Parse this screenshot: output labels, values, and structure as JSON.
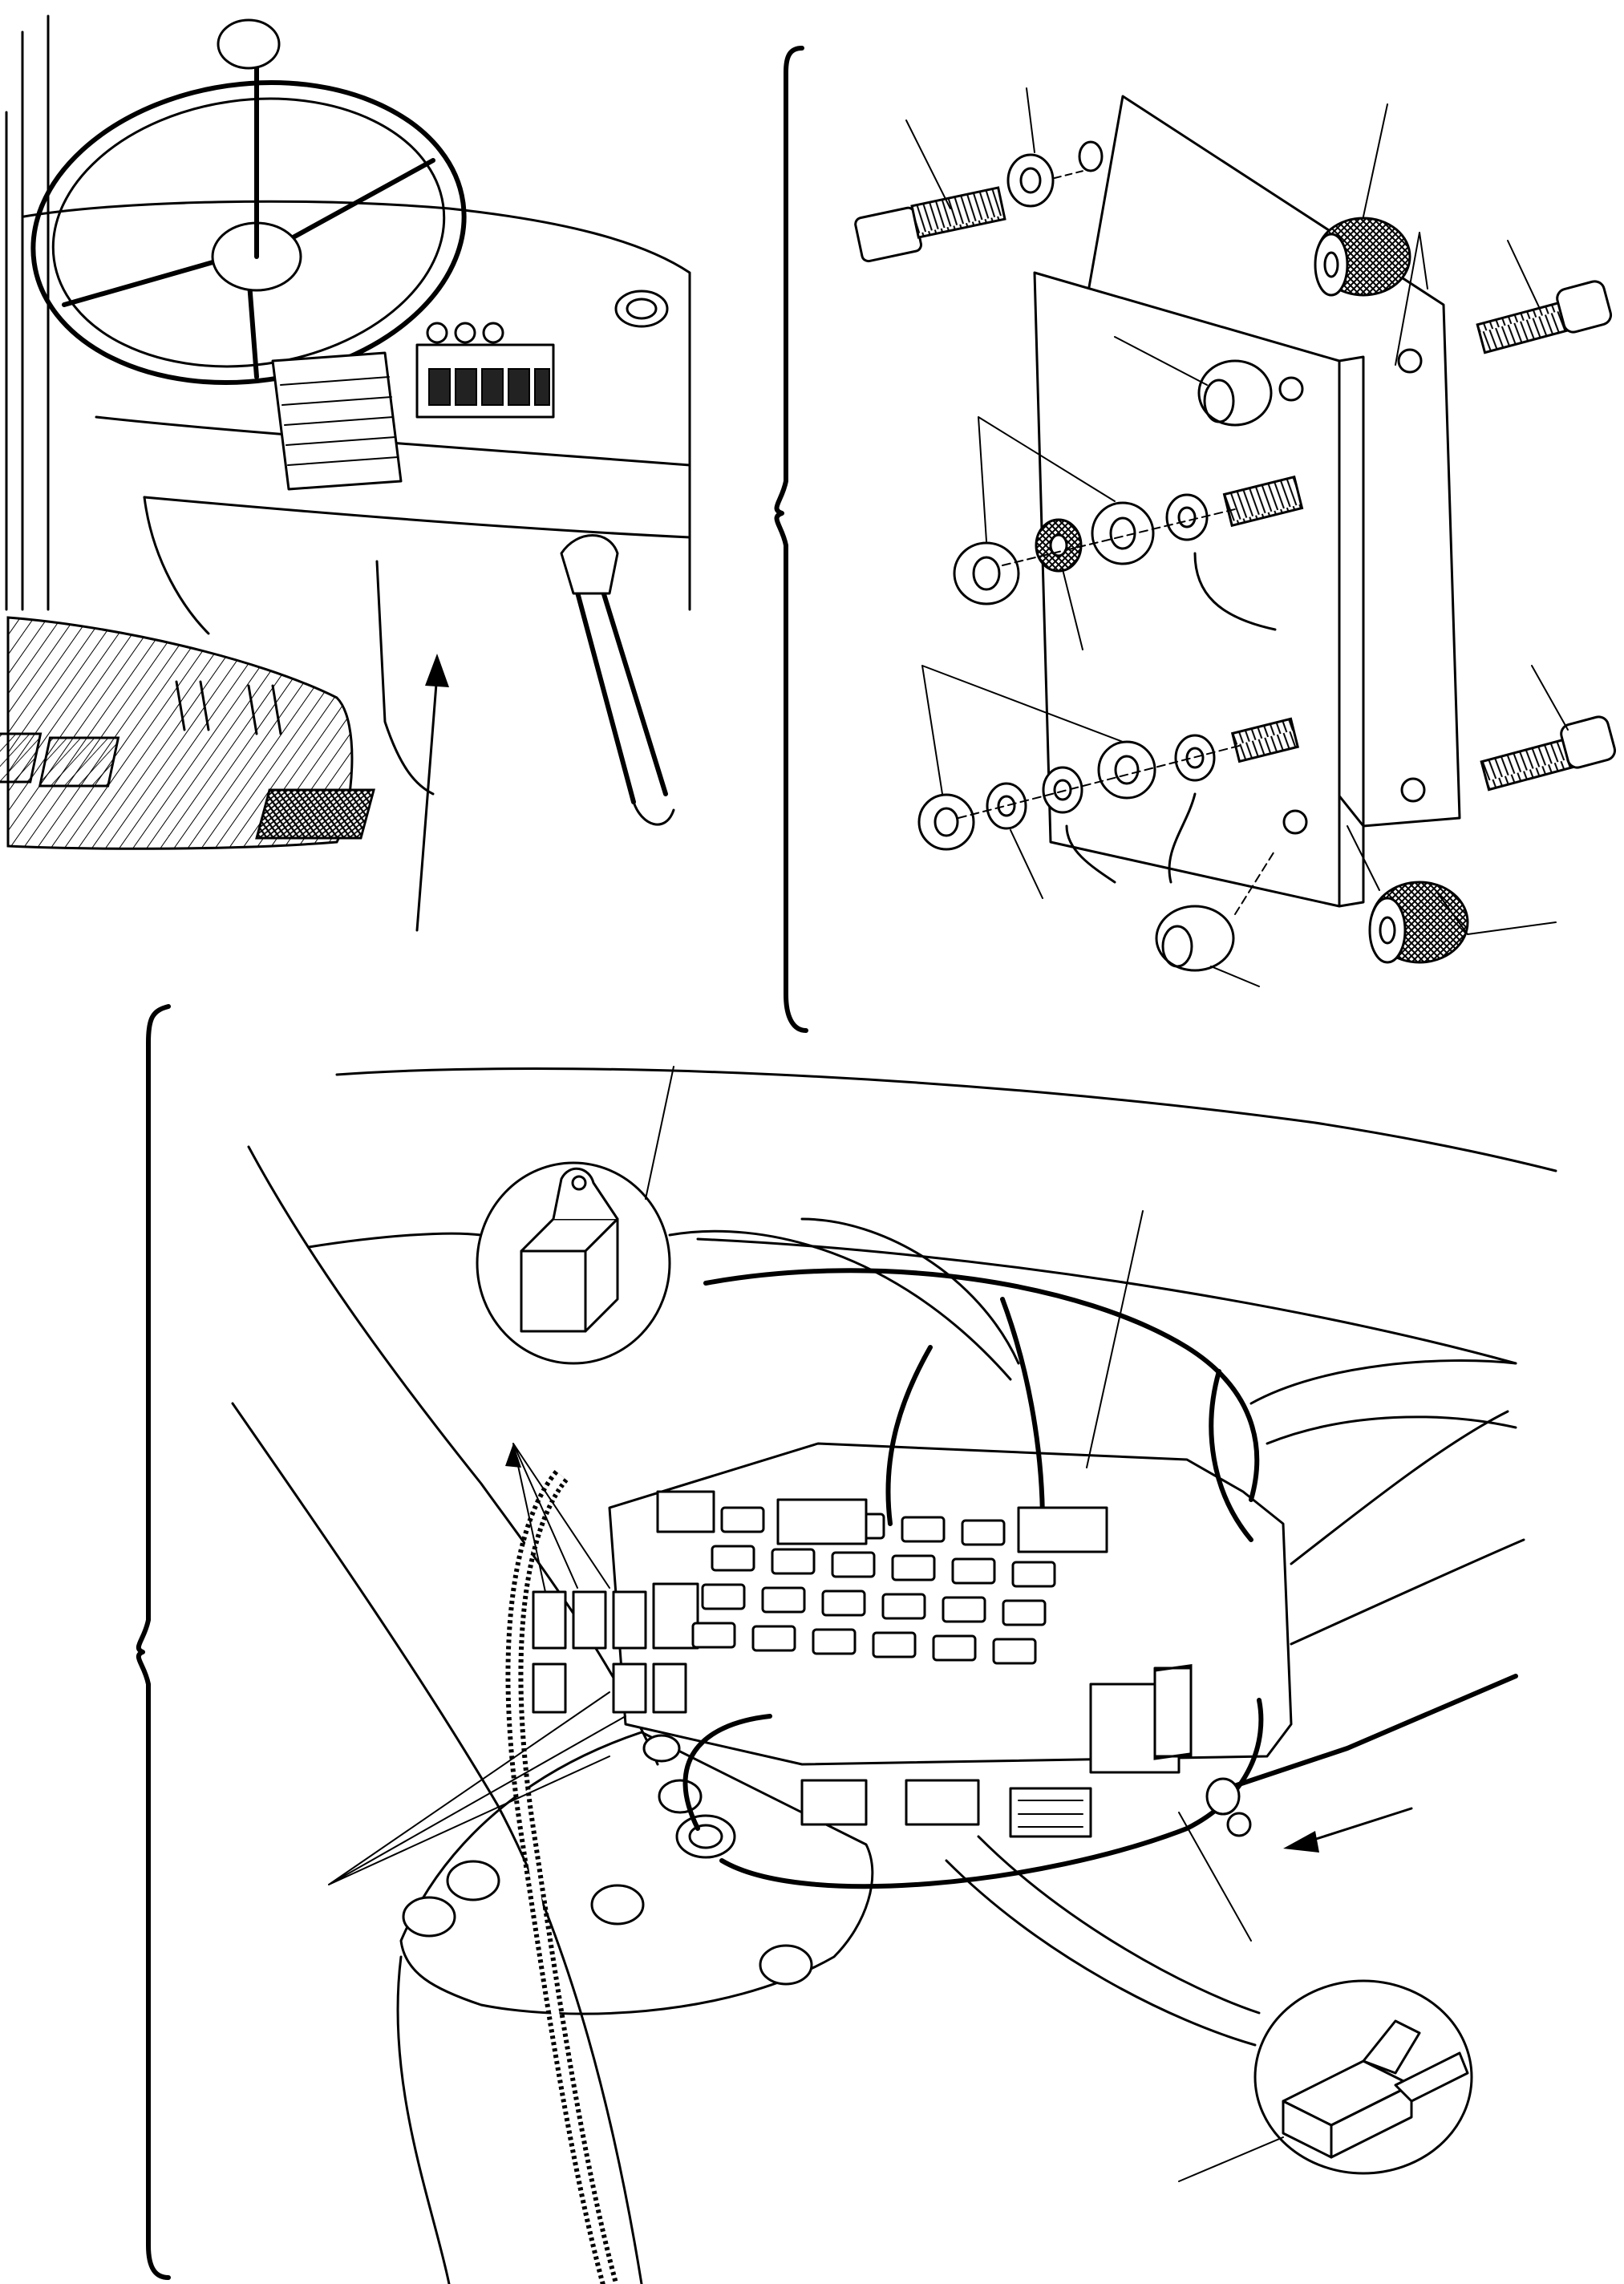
{
  "figure": {
    "description_panels": [
      "cab-overview",
      "mounting-hardware-exploded",
      "fuse-relay-board"
    ]
  },
  "icons": {
    "leader_arrow": "arrow-icon",
    "relay": "relay-icon",
    "blade_fuse": "blade-fuse-icon"
  },
  "colors": {
    "ink": "#000000",
    "paper": "#ffffff"
  }
}
